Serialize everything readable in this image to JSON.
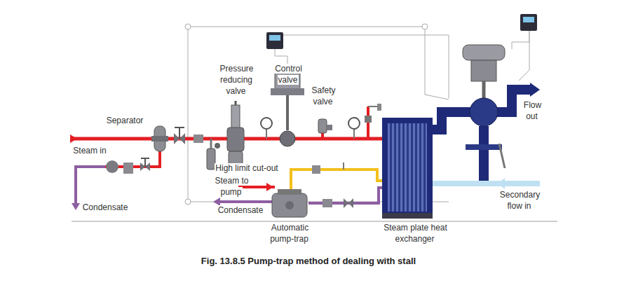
{
  "diagram": {
    "caption": "Fig. 13.8.5 Pump-trap method of dealing with stall",
    "labels": [
      "Separator",
      "Steam in",
      "Condensate",
      "Pressure reducing valve",
      "Control valve",
      "Safety valve",
      "High limit cut-out",
      "Steam to pump",
      "Condensate",
      "Automatic pump-trap",
      "Steam plate heat exchanger",
      "Flow out",
      "Secondary flow in"
    ]
  }
}
